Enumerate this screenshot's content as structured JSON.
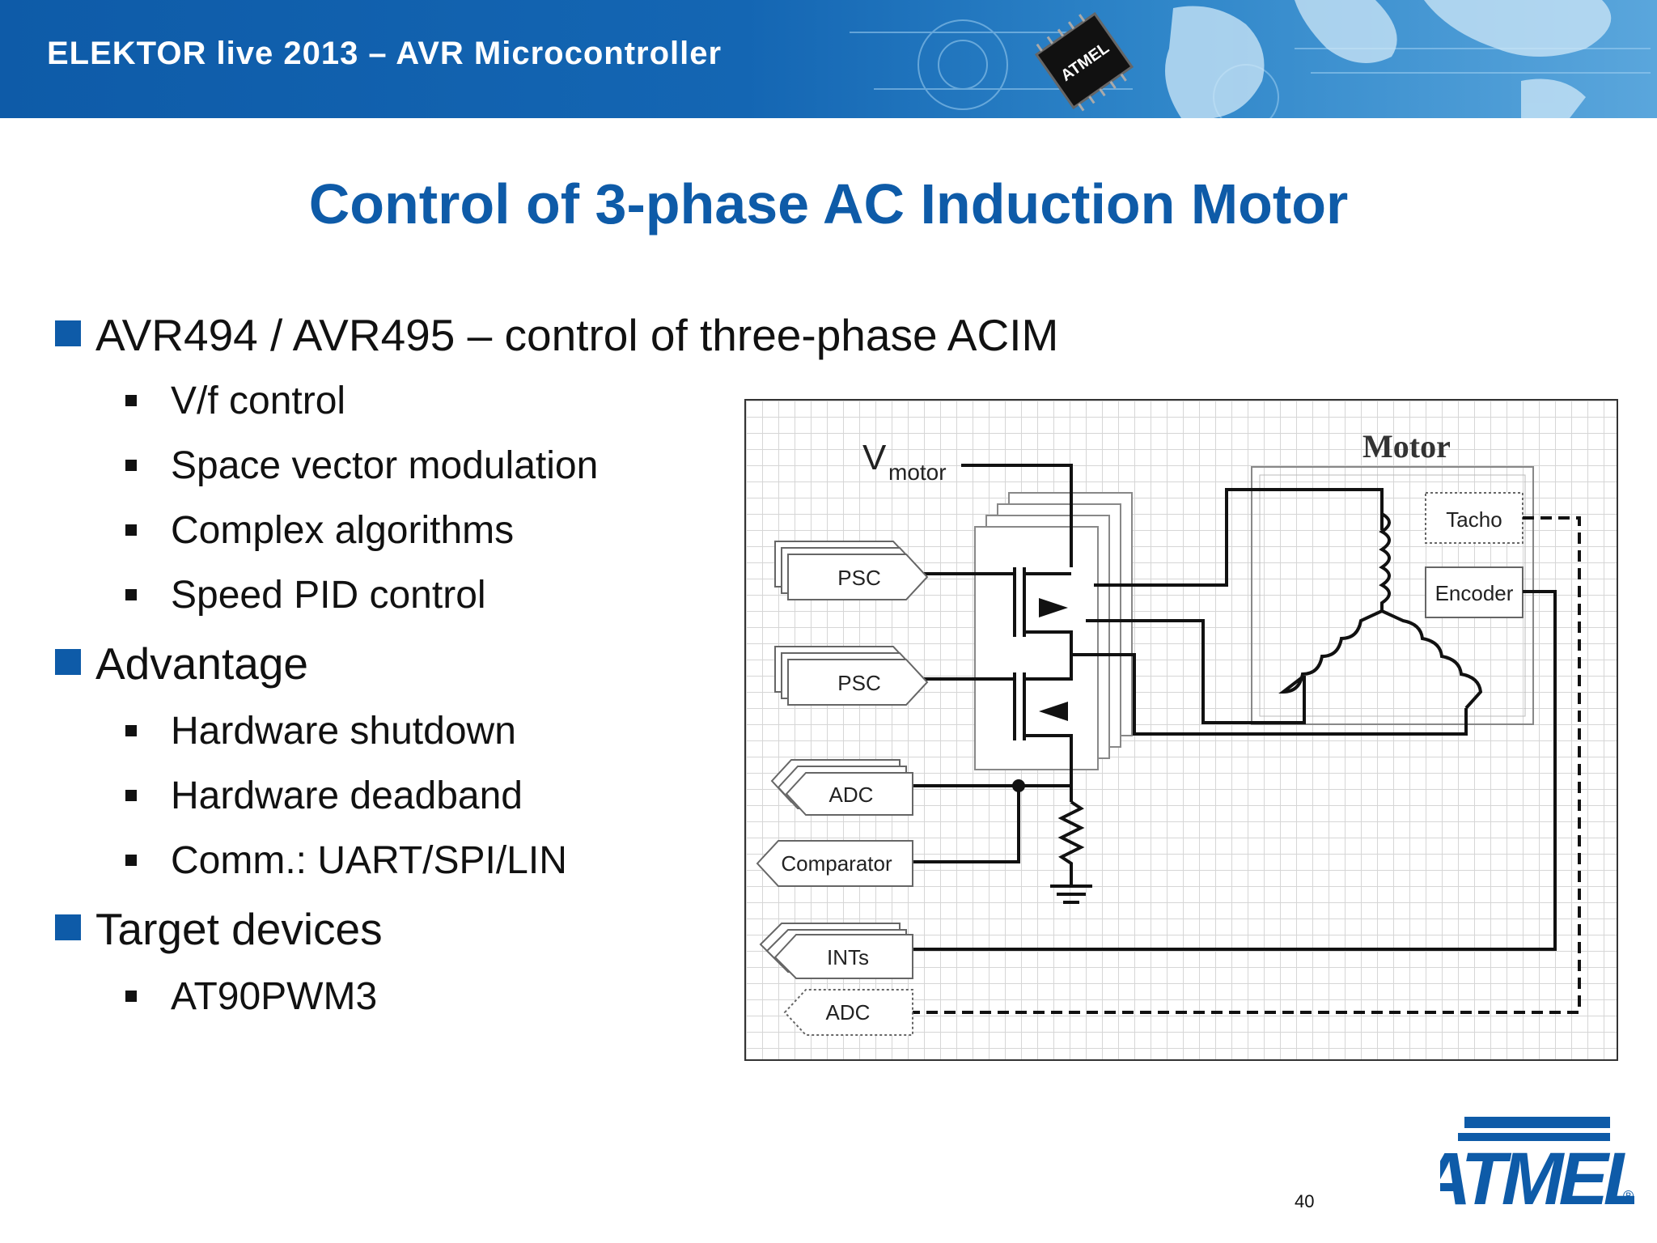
{
  "header": {
    "title": "ELEKTOR live 2013 – AVR Microcontroller",
    "chip_text": "ATMEL"
  },
  "slide": {
    "title": "Control of 3-phase AC Induction Motor",
    "page_number": "40"
  },
  "bullets": [
    {
      "text": "AVR494 / AVR495 – control of three-phase ACIM",
      "sub": [
        "V/f control",
        "Space vector modulation",
        "Complex algorithms",
        "Speed PID control"
      ]
    },
    {
      "text": "Advantage",
      "sub": [
        "Hardware shutdown",
        "Hardware deadband",
        "Comm.: UART/SPI/LIN"
      ]
    },
    {
      "text": "Target devices",
      "sub": [
        "AT90PWM3"
      ]
    }
  ],
  "diagram": {
    "vmotor_v": "V",
    "vmotor_sub": "motor",
    "motor_label": "Motor",
    "tacho": "Tacho",
    "encoder": "Encoder",
    "psc1": "PSC",
    "psc2": "PSC",
    "adc1": "ADC",
    "comparator": "Comparator",
    "ints": "INTs",
    "adc2": "ADC"
  },
  "logo": {
    "text": "ATMEL",
    "registered": "®"
  },
  "colors": {
    "brand_blue": "#0e5ba8",
    "text": "#111111"
  }
}
